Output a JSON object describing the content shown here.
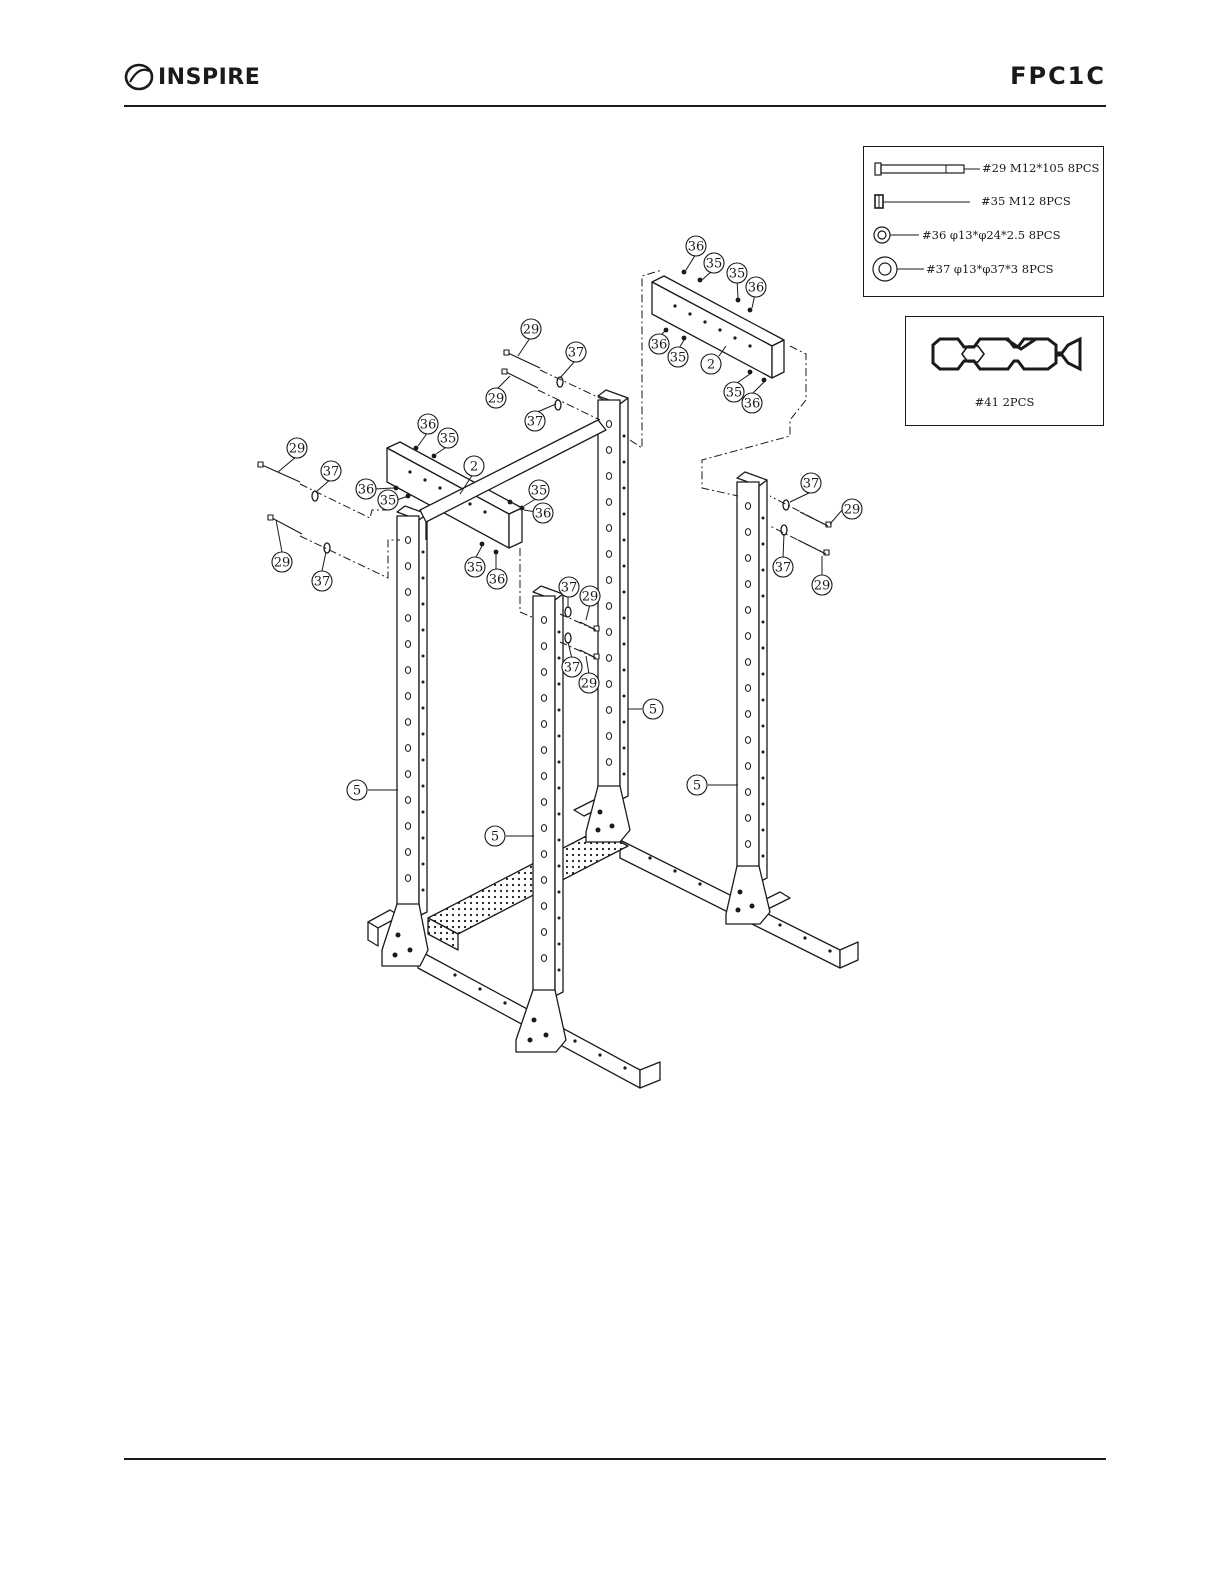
{
  "header": {
    "brand": "INSPIRE",
    "model": "FPC1C"
  },
  "hardware": [
    {
      "label": "#29 M12*105 8PCS",
      "icon": "bolt-icon"
    },
    {
      "label": "#35 M12  8PCS",
      "icon": "nut-icon"
    },
    {
      "label": "#36 φ13*φ24*2.5  8PCS",
      "icon": "small-washer-icon"
    },
    {
      "label": "#37 φ13*φ37*3  8PCS",
      "icon": "large-washer-icon"
    }
  ],
  "tool": {
    "label": "#41 2PCS",
    "icon": "wrench-icon"
  },
  "callouts": [
    {
      "id": "c1",
      "text": "36"
    },
    {
      "id": "c2",
      "text": "35"
    },
    {
      "id": "c3",
      "text": "35"
    },
    {
      "id": "c4",
      "text": "36"
    },
    {
      "id": "c5",
      "text": "36"
    },
    {
      "id": "c6",
      "text": "35"
    },
    {
      "id": "c7",
      "text": "2"
    },
    {
      "id": "c8",
      "text": "35"
    },
    {
      "id": "c9",
      "text": "36"
    },
    {
      "id": "c10",
      "text": "29"
    },
    {
      "id": "c11",
      "text": "37"
    },
    {
      "id": "c12",
      "text": "29"
    },
    {
      "id": "c13",
      "text": "37"
    },
    {
      "id": "c14",
      "text": "36"
    },
    {
      "id": "c15",
      "text": "35"
    },
    {
      "id": "c16",
      "text": "2"
    },
    {
      "id": "c17",
      "text": "29"
    },
    {
      "id": "c18",
      "text": "37"
    },
    {
      "id": "c19",
      "text": "36"
    },
    {
      "id": "c20",
      "text": "35"
    },
    {
      "id": "c21",
      "text": "35"
    },
    {
      "id": "c22",
      "text": "36"
    },
    {
      "id": "c23",
      "text": "29"
    },
    {
      "id": "c24",
      "text": "37"
    },
    {
      "id": "c25",
      "text": "35"
    },
    {
      "id": "c26",
      "text": "36"
    },
    {
      "id": "c27",
      "text": "37"
    },
    {
      "id": "c28",
      "text": "29"
    },
    {
      "id": "c29",
      "text": "37"
    },
    {
      "id": "c30",
      "text": "29"
    },
    {
      "id": "c31",
      "text": "37"
    },
    {
      "id": "c32",
      "text": "29"
    },
    {
      "id": "c33",
      "text": "37"
    },
    {
      "id": "c34",
      "text": "29"
    },
    {
      "id": "c35",
      "text": "5"
    },
    {
      "id": "c36",
      "text": "5"
    },
    {
      "id": "c37",
      "text": "5"
    },
    {
      "id": "c38",
      "text": "5"
    }
  ]
}
